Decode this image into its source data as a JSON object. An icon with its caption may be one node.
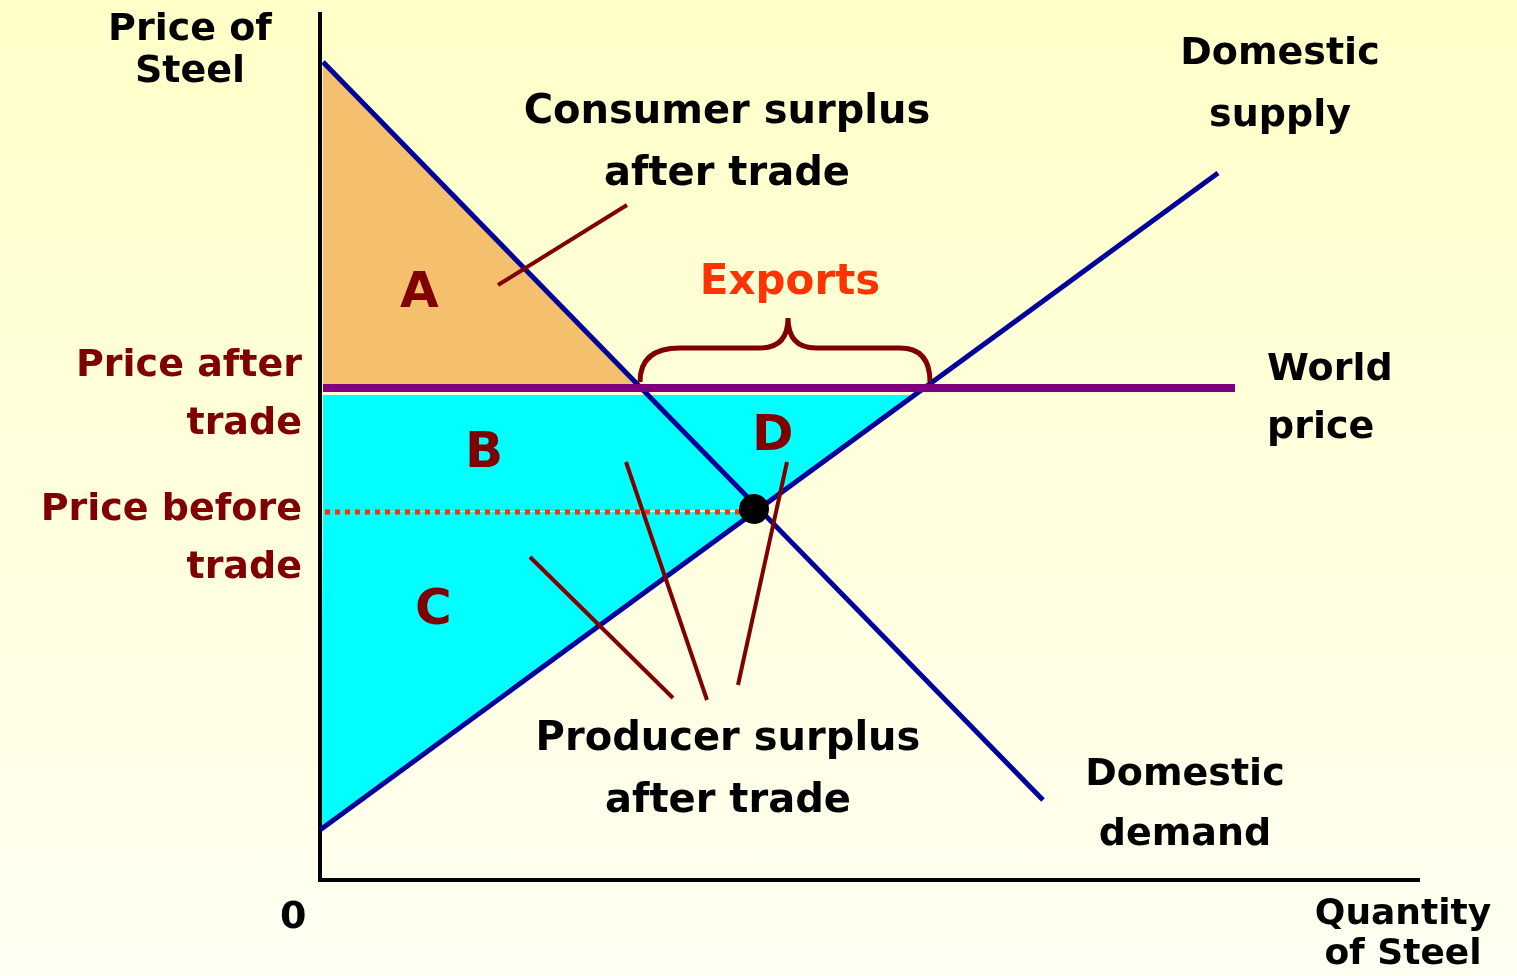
{
  "diagram": {
    "nodes": [
      {
        "text": [
          "A"
        ]
      },
      {
        "text": [
          "B"
        ]
      },
      {
        "text": [
          "C"
        ]
      },
      {
        "text": [
          "D"
        ]
      },
      {
        "text": [
          "Consumer surplus after trade"
        ]
      },
      {
        "text": [
          "Producer surplus after trade"
        ]
      }
    ],
    "edges": [
      {
        "from": 4,
        "to": 0,
        "arrow": "none"
      },
      {
        "from": 5,
        "to": 2,
        "arrow": "none"
      },
      {
        "from": 5,
        "to": 1,
        "arrow": "none"
      },
      {
        "from": 5,
        "to": 3,
        "arrow": "none"
      }
    ],
    "labels": [
      "Price of Steel",
      "Domestic supply",
      "Exports",
      "Price after trade",
      "World price",
      "Price before trade",
      "0",
      "Domestic demand",
      "Quantity of Steel"
    ]
  }
}
